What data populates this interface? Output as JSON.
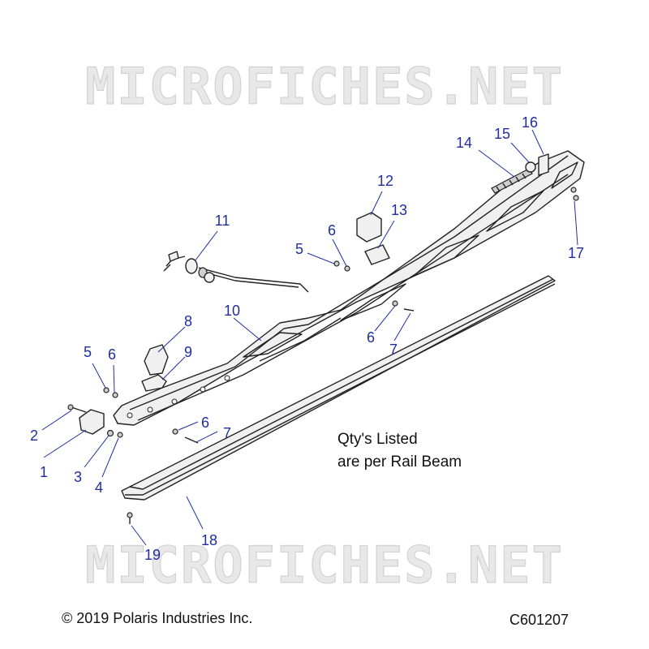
{
  "watermark": {
    "top": "MICROFICHES.NET",
    "bottom": "MICROFICHES.NET"
  },
  "callouts": {
    "c1": "1",
    "c2": "2",
    "c3": "3",
    "c4": "4",
    "c5a": "5",
    "c5b": "5",
    "c6a": "6",
    "c6b": "6",
    "c6c": "6",
    "c6d": "6",
    "c7a": "7",
    "c7b": "7",
    "c8": "8",
    "c9": "9",
    "c10": "10",
    "c11": "11",
    "c12": "12",
    "c13": "13",
    "c14": "14",
    "c15": "15",
    "c16": "16",
    "c17": "17",
    "c18": "18",
    "c19": "19"
  },
  "note": {
    "line1": "Qty's Listed",
    "line2": "are per Rail Beam"
  },
  "footer": {
    "copyright": "© 2019 Polaris Industries Inc.",
    "code": "C601207"
  }
}
